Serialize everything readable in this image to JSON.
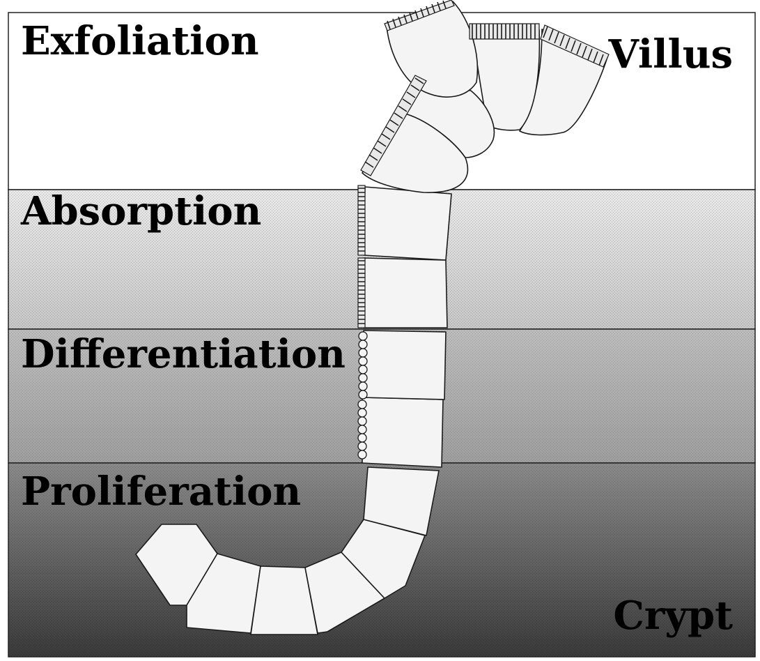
{
  "zones": [
    {
      "id": "exfoliation",
      "label": "Exfoliation"
    },
    {
      "id": "absorption",
      "label": "Absorption"
    },
    {
      "id": "differentiation",
      "label": "Differentiation"
    },
    {
      "id": "proliferation",
      "label": "Proliferation"
    }
  ],
  "regions": {
    "villus": "Villus",
    "crypt": "Crypt"
  }
}
